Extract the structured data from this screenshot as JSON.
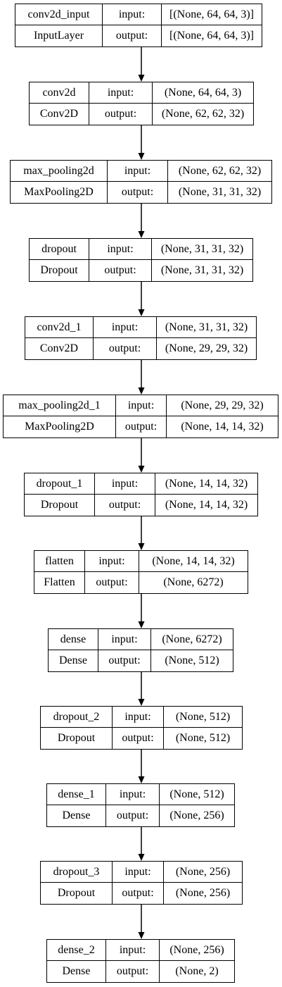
{
  "labels": {
    "input": "input:",
    "output": "output:"
  },
  "layers": [
    {
      "name": "conv2d_input",
      "type": "InputLayer",
      "input": "[(None, 64, 64, 3)]",
      "output": "[(None, 64, 64, 3)]"
    },
    {
      "name": "conv2d",
      "type": "Conv2D",
      "input": "(None, 64, 64, 3)",
      "output": "(None, 62, 62, 32)"
    },
    {
      "name": "max_pooling2d",
      "type": "MaxPooling2D",
      "input": "(None, 62, 62, 32)",
      "output": "(None, 31, 31, 32)"
    },
    {
      "name": "dropout",
      "type": "Dropout",
      "input": "(None, 31, 31, 32)",
      "output": "(None, 31, 31, 32)"
    },
    {
      "name": "conv2d_1",
      "type": "Conv2D",
      "input": "(None, 31, 31, 32)",
      "output": "(None, 29, 29, 32)"
    },
    {
      "name": "max_pooling2d_1",
      "type": "MaxPooling2D",
      "input": "(None, 29, 29, 32)",
      "output": "(None, 14, 14, 32)"
    },
    {
      "name": "dropout_1",
      "type": "Dropout",
      "input": "(None, 14, 14, 32)",
      "output": "(None, 14, 14, 32)"
    },
    {
      "name": "flatten",
      "type": "Flatten",
      "input": "(None, 14, 14, 32)",
      "output": "(None, 6272)"
    },
    {
      "name": "dense",
      "type": "Dense",
      "input": "(None, 6272)",
      "output": "(None, 512)"
    },
    {
      "name": "dropout_2",
      "type": "Dropout",
      "input": "(None, 512)",
      "output": "(None, 512)"
    },
    {
      "name": "dense_1",
      "type": "Dense",
      "input": "(None, 512)",
      "output": "(None, 256)"
    },
    {
      "name": "dropout_3",
      "type": "Dropout",
      "input": "(None, 256)",
      "output": "(None, 256)"
    },
    {
      "name": "dense_2",
      "type": "Dense",
      "input": "(None, 256)",
      "output": "(None, 2)"
    }
  ]
}
